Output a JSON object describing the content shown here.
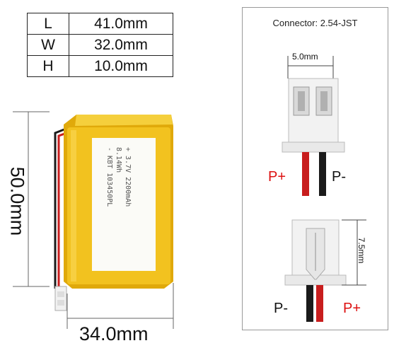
{
  "dims_table": [
    {
      "key": "L",
      "value": "41.0mm"
    },
    {
      "key": "W",
      "value": "32.0mm"
    },
    {
      "key": "H",
      "value": "10.0mm"
    }
  ],
  "battery": {
    "height_label": "50.0mm",
    "width_label": "34.0mm",
    "sticker_lines": [
      "- KBT 103450PL",
      "8.14Wh",
      "+ 3.7V 2200mAh"
    ],
    "colors": {
      "body": "#f2c21f",
      "edge": "#e0a90a",
      "sticker": "#fbfbf7",
      "wire_red": "#c81d1d",
      "wire_black": "#1a1a1a"
    }
  },
  "connector": {
    "title": "Connector: 2.54-JST",
    "top_width": "5.0mm",
    "side_height": "7.5mm",
    "top_pos": "P+",
    "top_neg": "P-",
    "bottom_neg": "P-",
    "bottom_pos": "P+",
    "pos_color": "#d11111"
  }
}
